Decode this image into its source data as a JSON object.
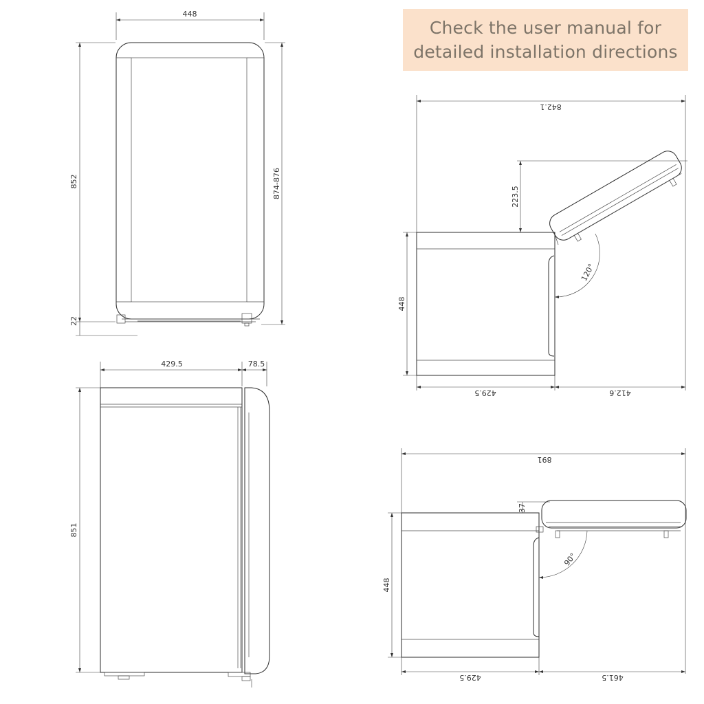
{
  "banner": {
    "line1": "Check the user manual for",
    "line2": "detailed installation directions",
    "background": "#fbe1cb",
    "text_color": "#7d7468"
  },
  "front_view": {
    "width": "448",
    "height": "852",
    "total_height": "874-876",
    "feet": "22"
  },
  "side_view": {
    "depth": "429.5",
    "door_depth": "78.5",
    "height": "851"
  },
  "top_view_120": {
    "total": "842.1",
    "rise": "223.5",
    "width": "448",
    "angle": "120°",
    "cabinet": "429.5",
    "door": "412.6"
  },
  "top_view_90": {
    "total": "891",
    "offset": "37",
    "width": "448",
    "angle": "90°",
    "cabinet": "429.5",
    "door": "461.5"
  }
}
